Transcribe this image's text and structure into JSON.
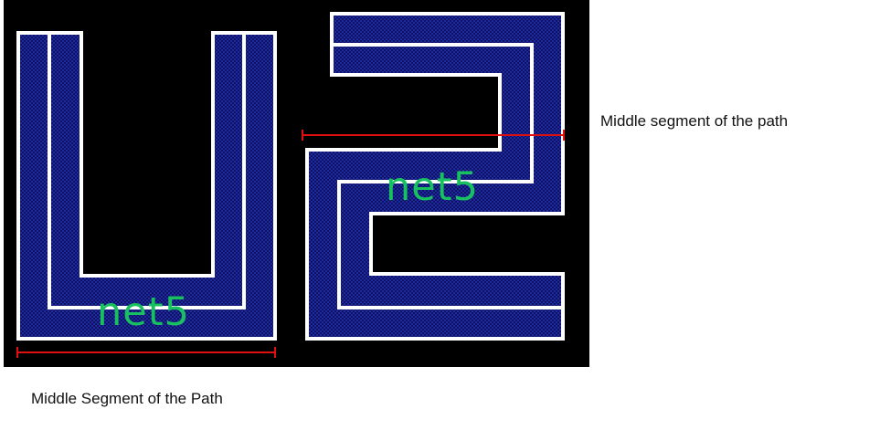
{
  "diagram": {
    "net_label_u": "net5",
    "net_label_s": "net5",
    "annotation_right": "Middle segment of the path",
    "annotation_bottom": "Middle Segment of the Path"
  },
  "colors": {
    "background": "#000000",
    "path_fill": "#10106a",
    "path_dot": "#2d4fd0",
    "outline": "#ffffff",
    "net_label": "#19c060",
    "measure_line": "#e01010",
    "caption_text": "#111111"
  }
}
